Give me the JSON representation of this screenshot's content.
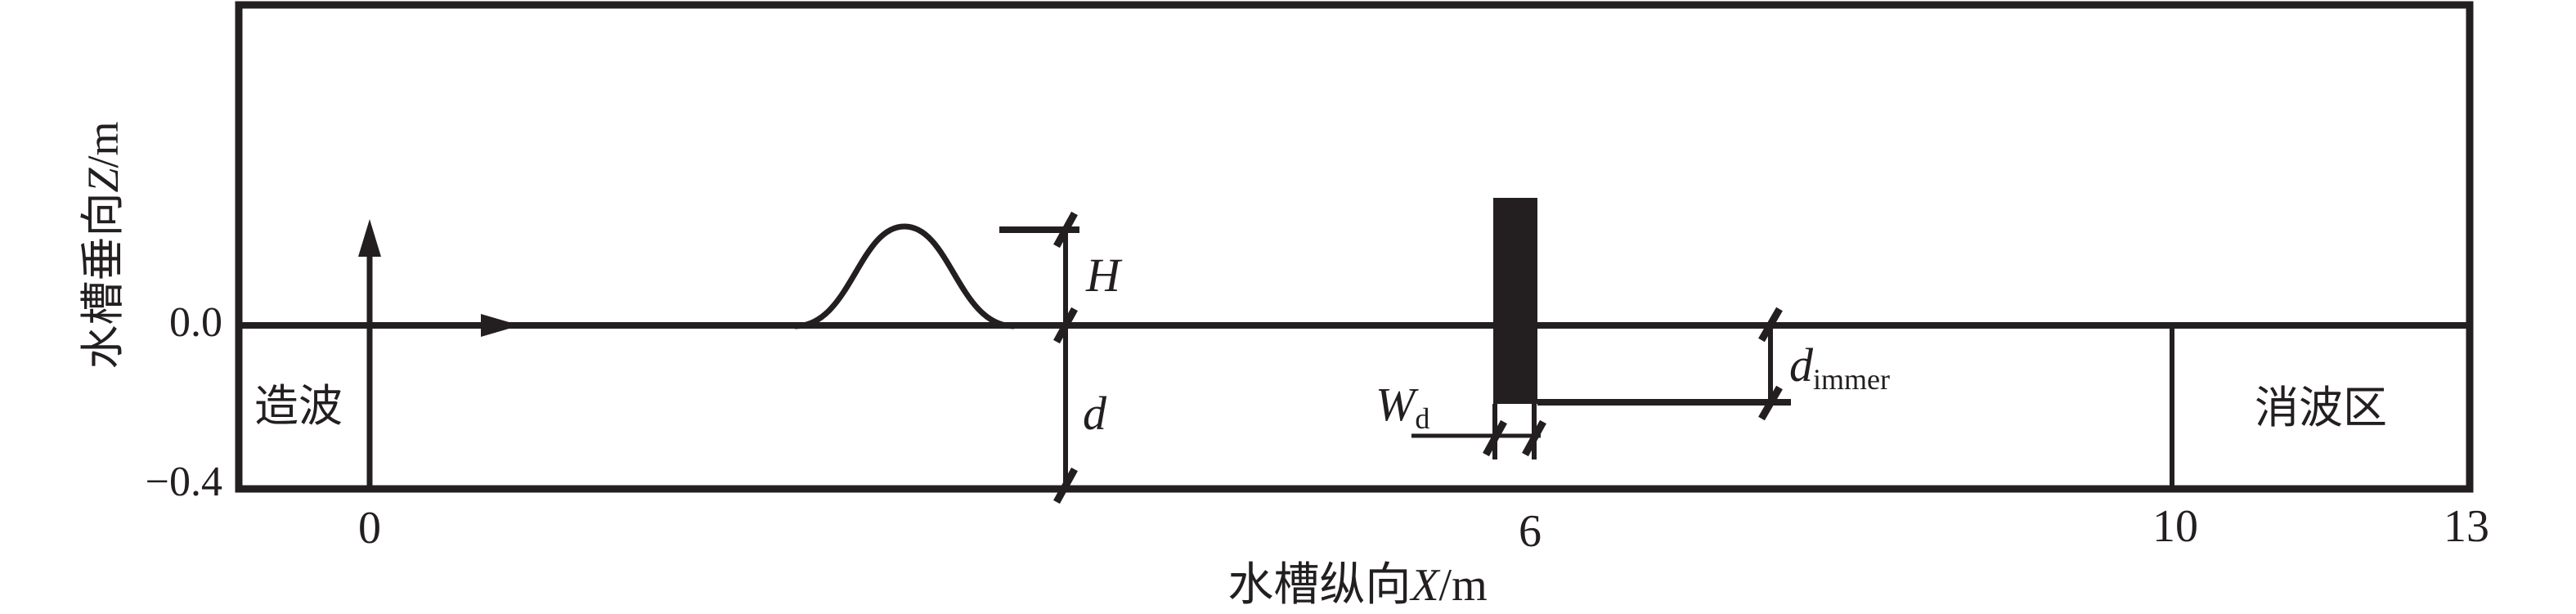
{
  "figure": {
    "kind": "wave-flume-schematic",
    "background": "#ffffff",
    "ink": "#231f20"
  },
  "z_axis": {
    "title_prefix": "水槽垂向",
    "title_symbol": "Z",
    "title_unit": "/m",
    "ticks": [
      "0.0",
      "−0.4"
    ]
  },
  "x_axis": {
    "title_prefix": "水槽纵向",
    "title_symbol": "X",
    "title_unit": "/m",
    "ticks": [
      "0",
      "6",
      "10",
      "13"
    ]
  },
  "regions": {
    "wavemaker": "造波",
    "absorber": "消波区"
  },
  "dimension_labels": {
    "wave_height": "H",
    "water_depth": "d",
    "plate_width_main": "W",
    "plate_width_sub": "d",
    "immersion_main": "d",
    "immersion_sub": "immer"
  }
}
